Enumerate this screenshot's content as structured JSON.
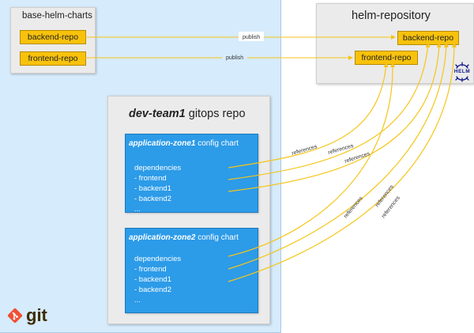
{
  "git_area": {
    "logo_text": "git",
    "logo_icon": "git-diamond-icon",
    "logo_color": "#f05033"
  },
  "base_helm_charts": {
    "title": "base-helm-charts",
    "repos": [
      {
        "label": "backend-repo"
      },
      {
        "label": "frontend-repo"
      }
    ]
  },
  "helm_repository": {
    "title": "helm-repository",
    "repos": [
      {
        "label": "backend-repo"
      },
      {
        "label": "frontend-repo"
      }
    ],
    "logo_text": "HELM",
    "logo_icon": "helm-wheel-icon"
  },
  "gitops_repo": {
    "title_bold": "dev-team1",
    "title_rest": " gitops repo",
    "charts": [
      {
        "title_bold": "application-zone1",
        "title_rest": " config chart",
        "deps_header": "dependencies",
        "deps": [
          "- frontend",
          "- backend1",
          "- backend2",
          "..."
        ]
      },
      {
        "title_bold": "application-zone2",
        "title_rest": " config chart",
        "deps_header": "dependencies",
        "deps": [
          "- frontend",
          "- backend1",
          "- backend2",
          "..."
        ]
      }
    ]
  },
  "edges": {
    "publish_labels": [
      "publish",
      "publish"
    ],
    "reference_labels": [
      "references",
      "references",
      "references",
      "references",
      "references",
      "references"
    ]
  },
  "colors": {
    "repo_fill": "#f8c20c",
    "chart_fill": "#2c9be8",
    "arrow": "#f5c518",
    "git_area": "#d6ebfb",
    "panel": "#ebebeb"
  }
}
